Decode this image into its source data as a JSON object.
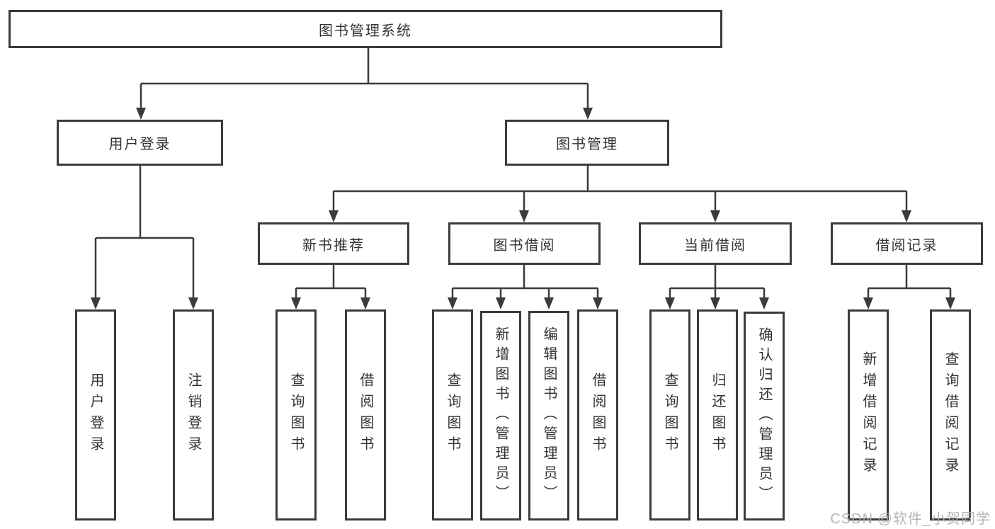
{
  "diagram": {
    "root": "图书管理系统",
    "level2": {
      "user_login": "用户登录",
      "book_management": "图书管理"
    },
    "level3": {
      "new_book_recommend": "新书推荐",
      "book_borrow": "图书借阅",
      "current_borrow": "当前借阅",
      "borrow_records": "借阅记录"
    },
    "leaves": {
      "user_login": "用户登录",
      "logout": "注销登录",
      "nb_query_books": "查询图书",
      "nb_borrow_books": "借阅图书",
      "bb_query_books": "查询图书",
      "bb_add_books_admin": "新增图书（管理员）",
      "bb_edit_books_admin": "编辑图书（管理员）",
      "bb_borrow_books": "借阅图书",
      "cb_query_books": "查询图书",
      "cb_return_books": "归还图书",
      "cb_confirm_return_admin": "确认归还（管理员）",
      "br_add_record": "新增借阅记录",
      "br_query_record": "查询借阅记录"
    }
  },
  "watermark": "CSDN @软件_小贺同学",
  "colors": {
    "line": "#3b3b3b",
    "box_border": "#3b3b3b",
    "text": "#333333",
    "watermark": "#aeaeae",
    "background": "#ffffff"
  }
}
